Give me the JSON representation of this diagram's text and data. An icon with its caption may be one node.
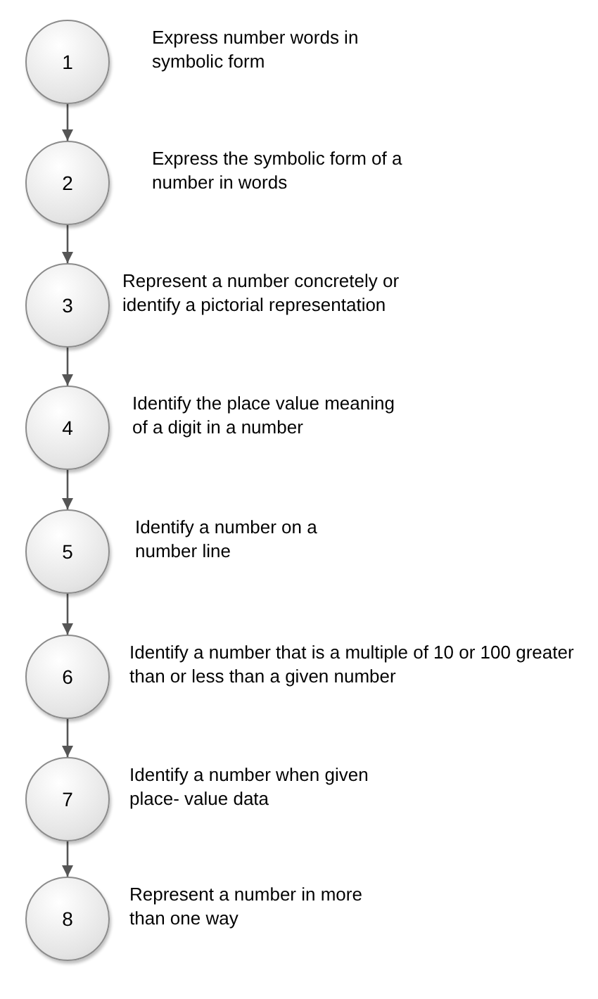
{
  "diagram": {
    "nodes": [
      {
        "text": [
          "1"
        ],
        "beside": [
          "Express number words in symbolic form"
        ]
      },
      {
        "text": [
          "2"
        ],
        "beside": [
          "Express the symbolic form of a number in words"
        ]
      },
      {
        "text": [
          "3"
        ],
        "beside": [
          "Represent a number concretely or identify a pictorial representation"
        ]
      },
      {
        "text": [
          "4"
        ],
        "beside": [
          "Identify the place value meaning of a digit in a number"
        ]
      },
      {
        "text": [
          "5"
        ],
        "beside": [
          "Identify a number on a number line"
        ]
      },
      {
        "text": [
          "6"
        ],
        "beside": [
          "Identify a number that is a multiple of 10 or 100 greater than or less than a given number"
        ]
      },
      {
        "text": [
          "7"
        ],
        "beside": [
          "Identify a number when given place- value data"
        ]
      },
      {
        "text": [
          "8"
        ],
        "beside": [
          "Represent a number in more than one way"
        ]
      }
    ],
    "edges": [
      {
        "from": 0,
        "to": 1,
        "arrow": "to"
      },
      {
        "from": 1,
        "to": 2,
        "arrow": "to"
      },
      {
        "from": 2,
        "to": 3,
        "arrow": "to"
      },
      {
        "from": 3,
        "to": 4,
        "arrow": "to"
      },
      {
        "from": 4,
        "to": 5,
        "arrow": "to"
      },
      {
        "from": 5,
        "to": 6,
        "arrow": "to"
      },
      {
        "from": 6,
        "to": 7,
        "arrow": "to"
      }
    ]
  }
}
